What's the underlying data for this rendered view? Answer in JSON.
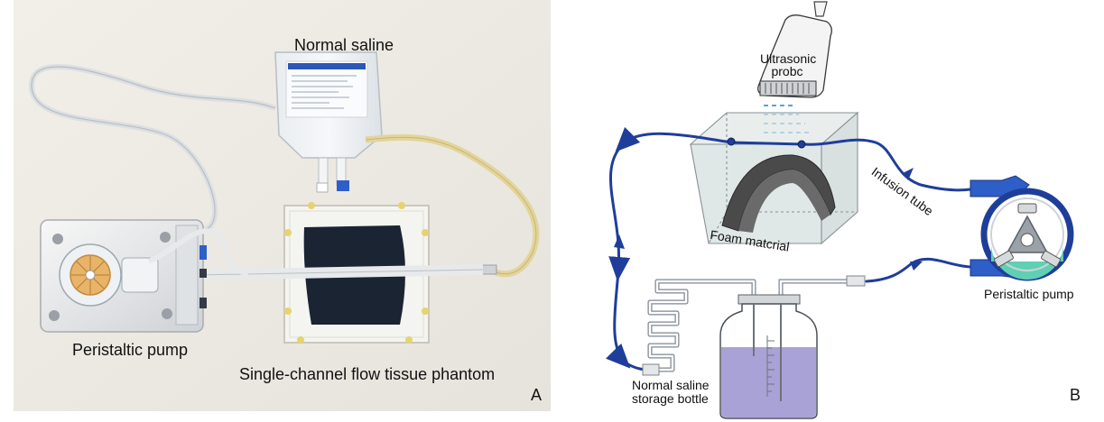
{
  "panel_a": {
    "labels": {
      "saline": "Normal saline",
      "pump": "Peristaltic pump",
      "phantom": "Single-channel flow tissue phantom",
      "panel_letter": "A"
    }
  },
  "panel_b": {
    "labels": {
      "probe": "Ultrasonic probc",
      "foam": "Foam matcrial",
      "tube": "Infusion tube",
      "pump": "Peristaltic pump",
      "bottle_line1": "Normal saline",
      "bottle_line2": "storage bottle",
      "panel_letter": "B"
    }
  },
  "colors": {
    "tube_blue": "#1f3e9a",
    "saline_purple": "#a9a2d6",
    "phantom_dark": "#1b2433",
    "foam_gray": "#4a4a4a",
    "pump_green": "#5fd0b4"
  }
}
